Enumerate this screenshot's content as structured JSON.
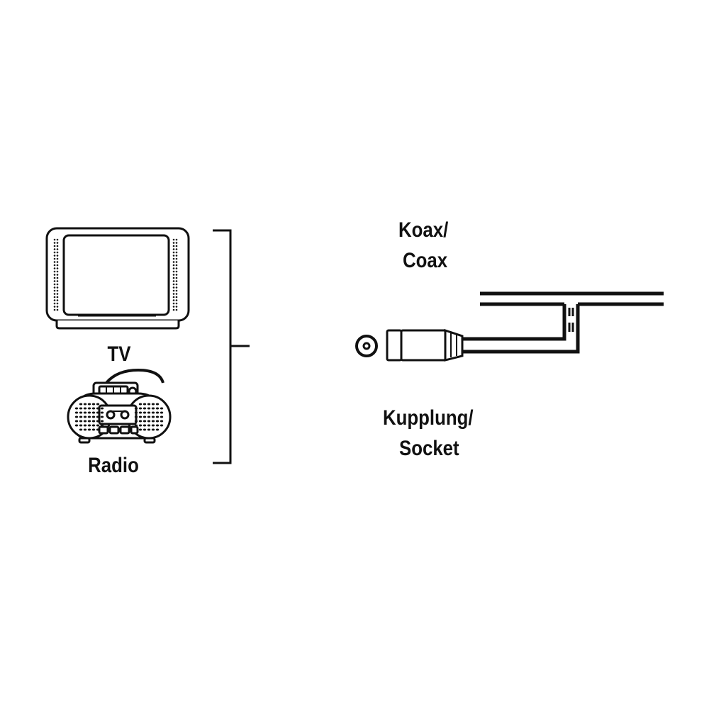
{
  "devices": {
    "tv_label": "TV",
    "radio_label": "Radio"
  },
  "cable": {
    "type_line1": "Koax/",
    "type_line2": "Coax"
  },
  "connector": {
    "type_line1": "Kupplung/",
    "type_line2": "Socket"
  },
  "colors": {
    "ink": "#111111",
    "background": "#ffffff"
  }
}
